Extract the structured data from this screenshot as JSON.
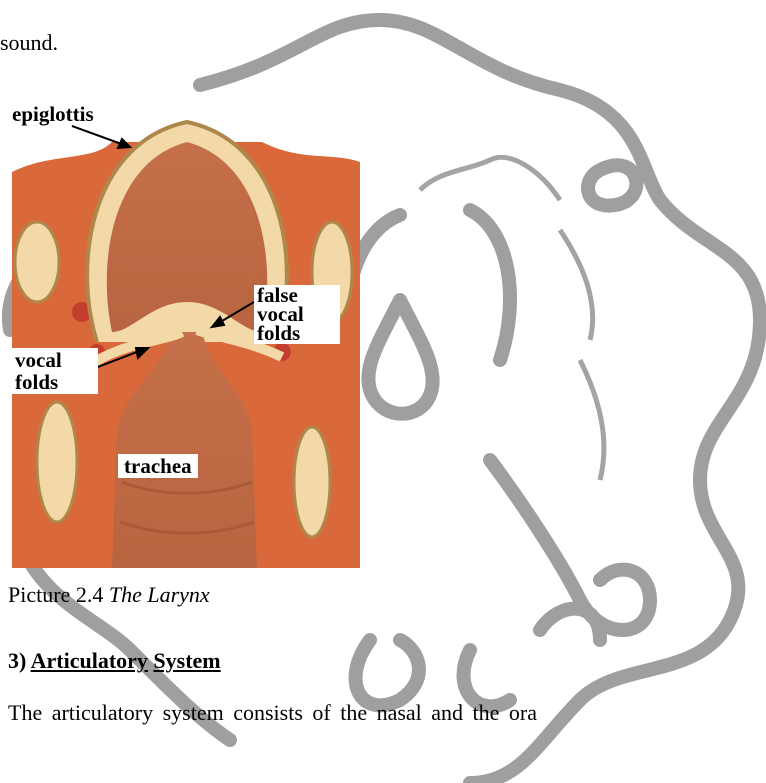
{
  "page": {
    "intro_text": "sound.",
    "figure": {
      "labels": {
        "epiglottis": "epiglottis",
        "false_vocal_folds": "false\nvocal\nfolds",
        "vocal_folds": "vocal\nfolds",
        "trachea": "trachea"
      }
    },
    "caption": {
      "prefix": "Picture 2.4 ",
      "title": "The Larynx"
    },
    "section_heading": {
      "number": "3)  ",
      "title_part1": "Articulatory",
      "title_part2": "System"
    },
    "body_text": "The articulatory system consists of the nasal and the ora"
  },
  "colors": {
    "watermark_gray": "#9a9a9a",
    "tissue_orange": "#d9683a",
    "cartilage_cream": "#f3d9a8",
    "cavity_tan": "#c77a50"
  }
}
